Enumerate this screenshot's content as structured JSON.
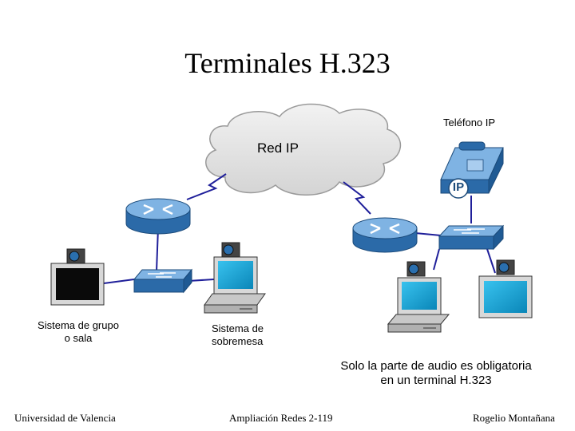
{
  "title": "Terminales H.323",
  "cloud_label": "Red IP",
  "phone_label": "Teléfono IP",
  "phone_badge": "IP",
  "group_system_label": [
    "Sistema de grupo",
    "o sala"
  ],
  "desktop_label": [
    "Sistema de",
    "sobremesa"
  ],
  "note": [
    "Solo la parte de audio es obligatoria",
    "en un terminal H.323"
  ],
  "footer": {
    "left": "Universidad de Valencia",
    "center": "Ampliación Redes 2-119",
    "right": "Rogelio Montañana"
  },
  "colors": {
    "device_blue": "#3c7fc1",
    "device_top": "#7fb3e3",
    "link_blue": "#1f1f9a",
    "cloud_fill": "#e6e6e6",
    "screen_cyan": "#0fa4d6"
  }
}
